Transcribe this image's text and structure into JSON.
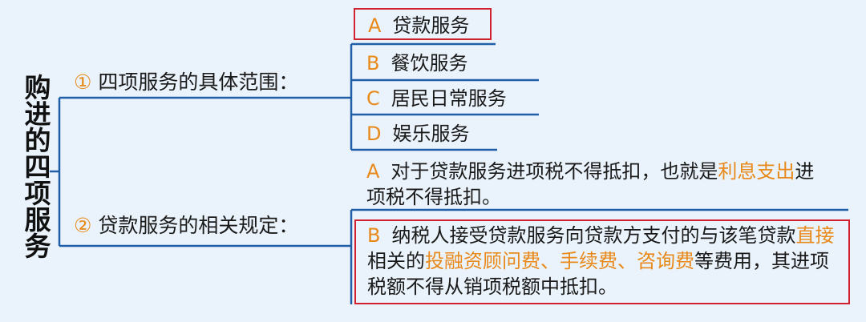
{
  "root": {
    "title": "购进的四项服务"
  },
  "branch1": {
    "num": "①",
    "label": "四项服务的具体范围：",
    "items": [
      {
        "letter": "A",
        "text": "贷款服务"
      },
      {
        "letter": "B",
        "text": "餐饮服务"
      },
      {
        "letter": "C",
        "text": "居民日常服务"
      },
      {
        "letter": "D",
        "text": "娱乐服务"
      }
    ]
  },
  "branch2": {
    "num": "②",
    "label": "贷款服务的相关规定：",
    "ruleA": {
      "letter": "A",
      "t1": "对于贷款服务进项税不得抵扣，也就是",
      "h1": "利息支出",
      "t2": "进项税不得抵扣。"
    },
    "ruleB": {
      "letter": "B",
      "t1": "纳税人接受贷款服务向贷款方支付的与该笔贷款",
      "h1": "直接",
      "t2": "相关的",
      "h2": "投融资顾问费、手续费、咨询费",
      "t3": "等费用，其进项税额不得从销项税额中抵扣。"
    }
  },
  "colors": {
    "accent": "#e8891a",
    "line": "#1f5fa8",
    "box": "#d0212e"
  }
}
